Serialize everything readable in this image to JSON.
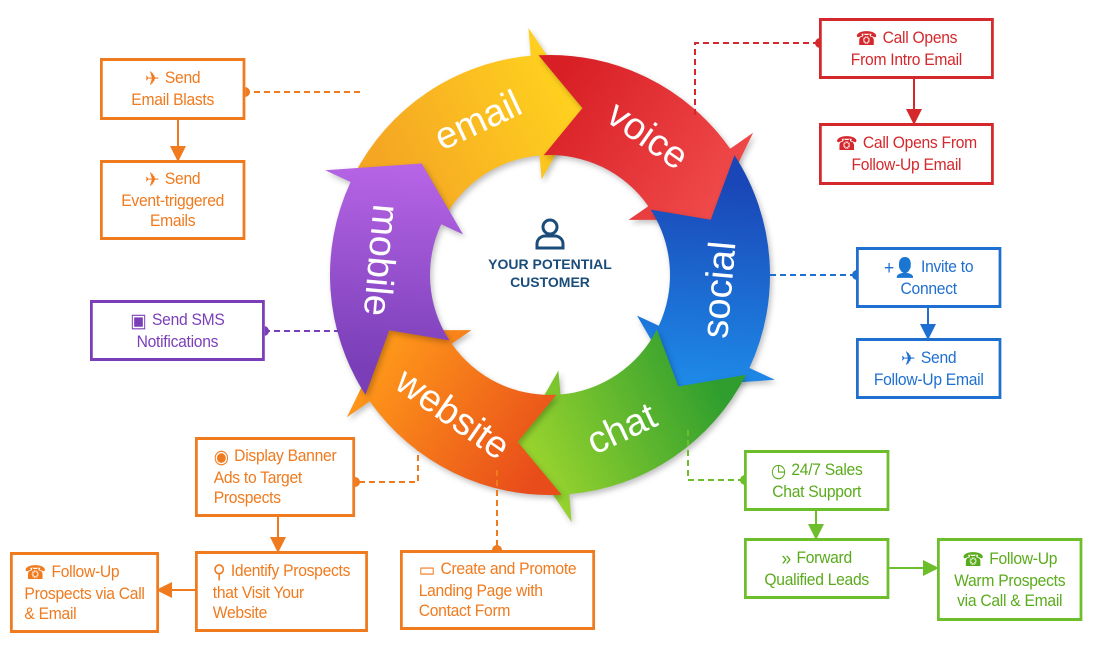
{
  "center": {
    "line1": "YOUR POTENTIAL",
    "line2": "CUSTOMER",
    "icon": "person-icon"
  },
  "cycle": [
    {
      "label": "email",
      "colors": [
        "#f5a623",
        "#ffd21f"
      ]
    },
    {
      "label": "voice",
      "colors": [
        "#d81f26",
        "#f04a4a"
      ]
    },
    {
      "label": "social",
      "colors": [
        "#1a47b8",
        "#1e8be8"
      ]
    },
    {
      "label": "chat",
      "colors": [
        "#2f9e2e",
        "#9bd52e"
      ]
    },
    {
      "label": "website",
      "colors": [
        "#e84c1a",
        "#ff9a1a"
      ]
    },
    {
      "label": "mobile",
      "colors": [
        "#7a3fb8",
        "#b765e6"
      ]
    }
  ],
  "boxes": {
    "email_blasts": {
      "icon": "paper-plane-icon",
      "line1": "Send",
      "line2": "Email Blasts"
    },
    "event_emails": {
      "icon": "paper-plane-icon",
      "line1": "Send",
      "line2": "Event-triggered",
      "line3": "Emails"
    },
    "sms": {
      "icon": "message-alert-icon",
      "line1": "Send SMS",
      "line2": "Notifications"
    },
    "banner": {
      "icon": "target-icon",
      "line1": "Display Banner",
      "line2": "Ads to Target",
      "line3": "Prospects"
    },
    "identify": {
      "icon": "search-icon",
      "line1": "Identify Prospects",
      "line2": "that Visit Your",
      "line3": "Website"
    },
    "followup_call": {
      "icon": "call-email-icon",
      "line1": "Follow-Up",
      "line2": "Prospects via Call",
      "line3": "& Email"
    },
    "landing": {
      "icon": "browser-window-icon",
      "line1": "Create and Promote",
      "line2": "Landing Page with",
      "line3": "Contact Form"
    },
    "call_intro": {
      "icon": "phone-icon",
      "line1": "Call Opens",
      "line2": "From Intro Email"
    },
    "call_followup": {
      "icon": "phone-icon",
      "line1": "Call Opens From",
      "line2": "Follow-Up Email"
    },
    "invite": {
      "icon": "add-user-icon",
      "line1": "Invite to",
      "line2": "Connect"
    },
    "send_followup": {
      "icon": "paper-plane-icon",
      "line1": "Send",
      "line2": "Follow-Up Email"
    },
    "chat_support": {
      "icon": "clock-icon",
      "line1": "24/7 Sales",
      "line2": "Chat Support"
    },
    "forward": {
      "icon": "chevrons-icon",
      "line1": "Forward",
      "line2": "Qualified Leads"
    },
    "warm": {
      "icon": "call-email-icon",
      "line1": "Follow-Up",
      "line2": "Warm Prospects",
      "line3": "via Call & Email"
    }
  }
}
